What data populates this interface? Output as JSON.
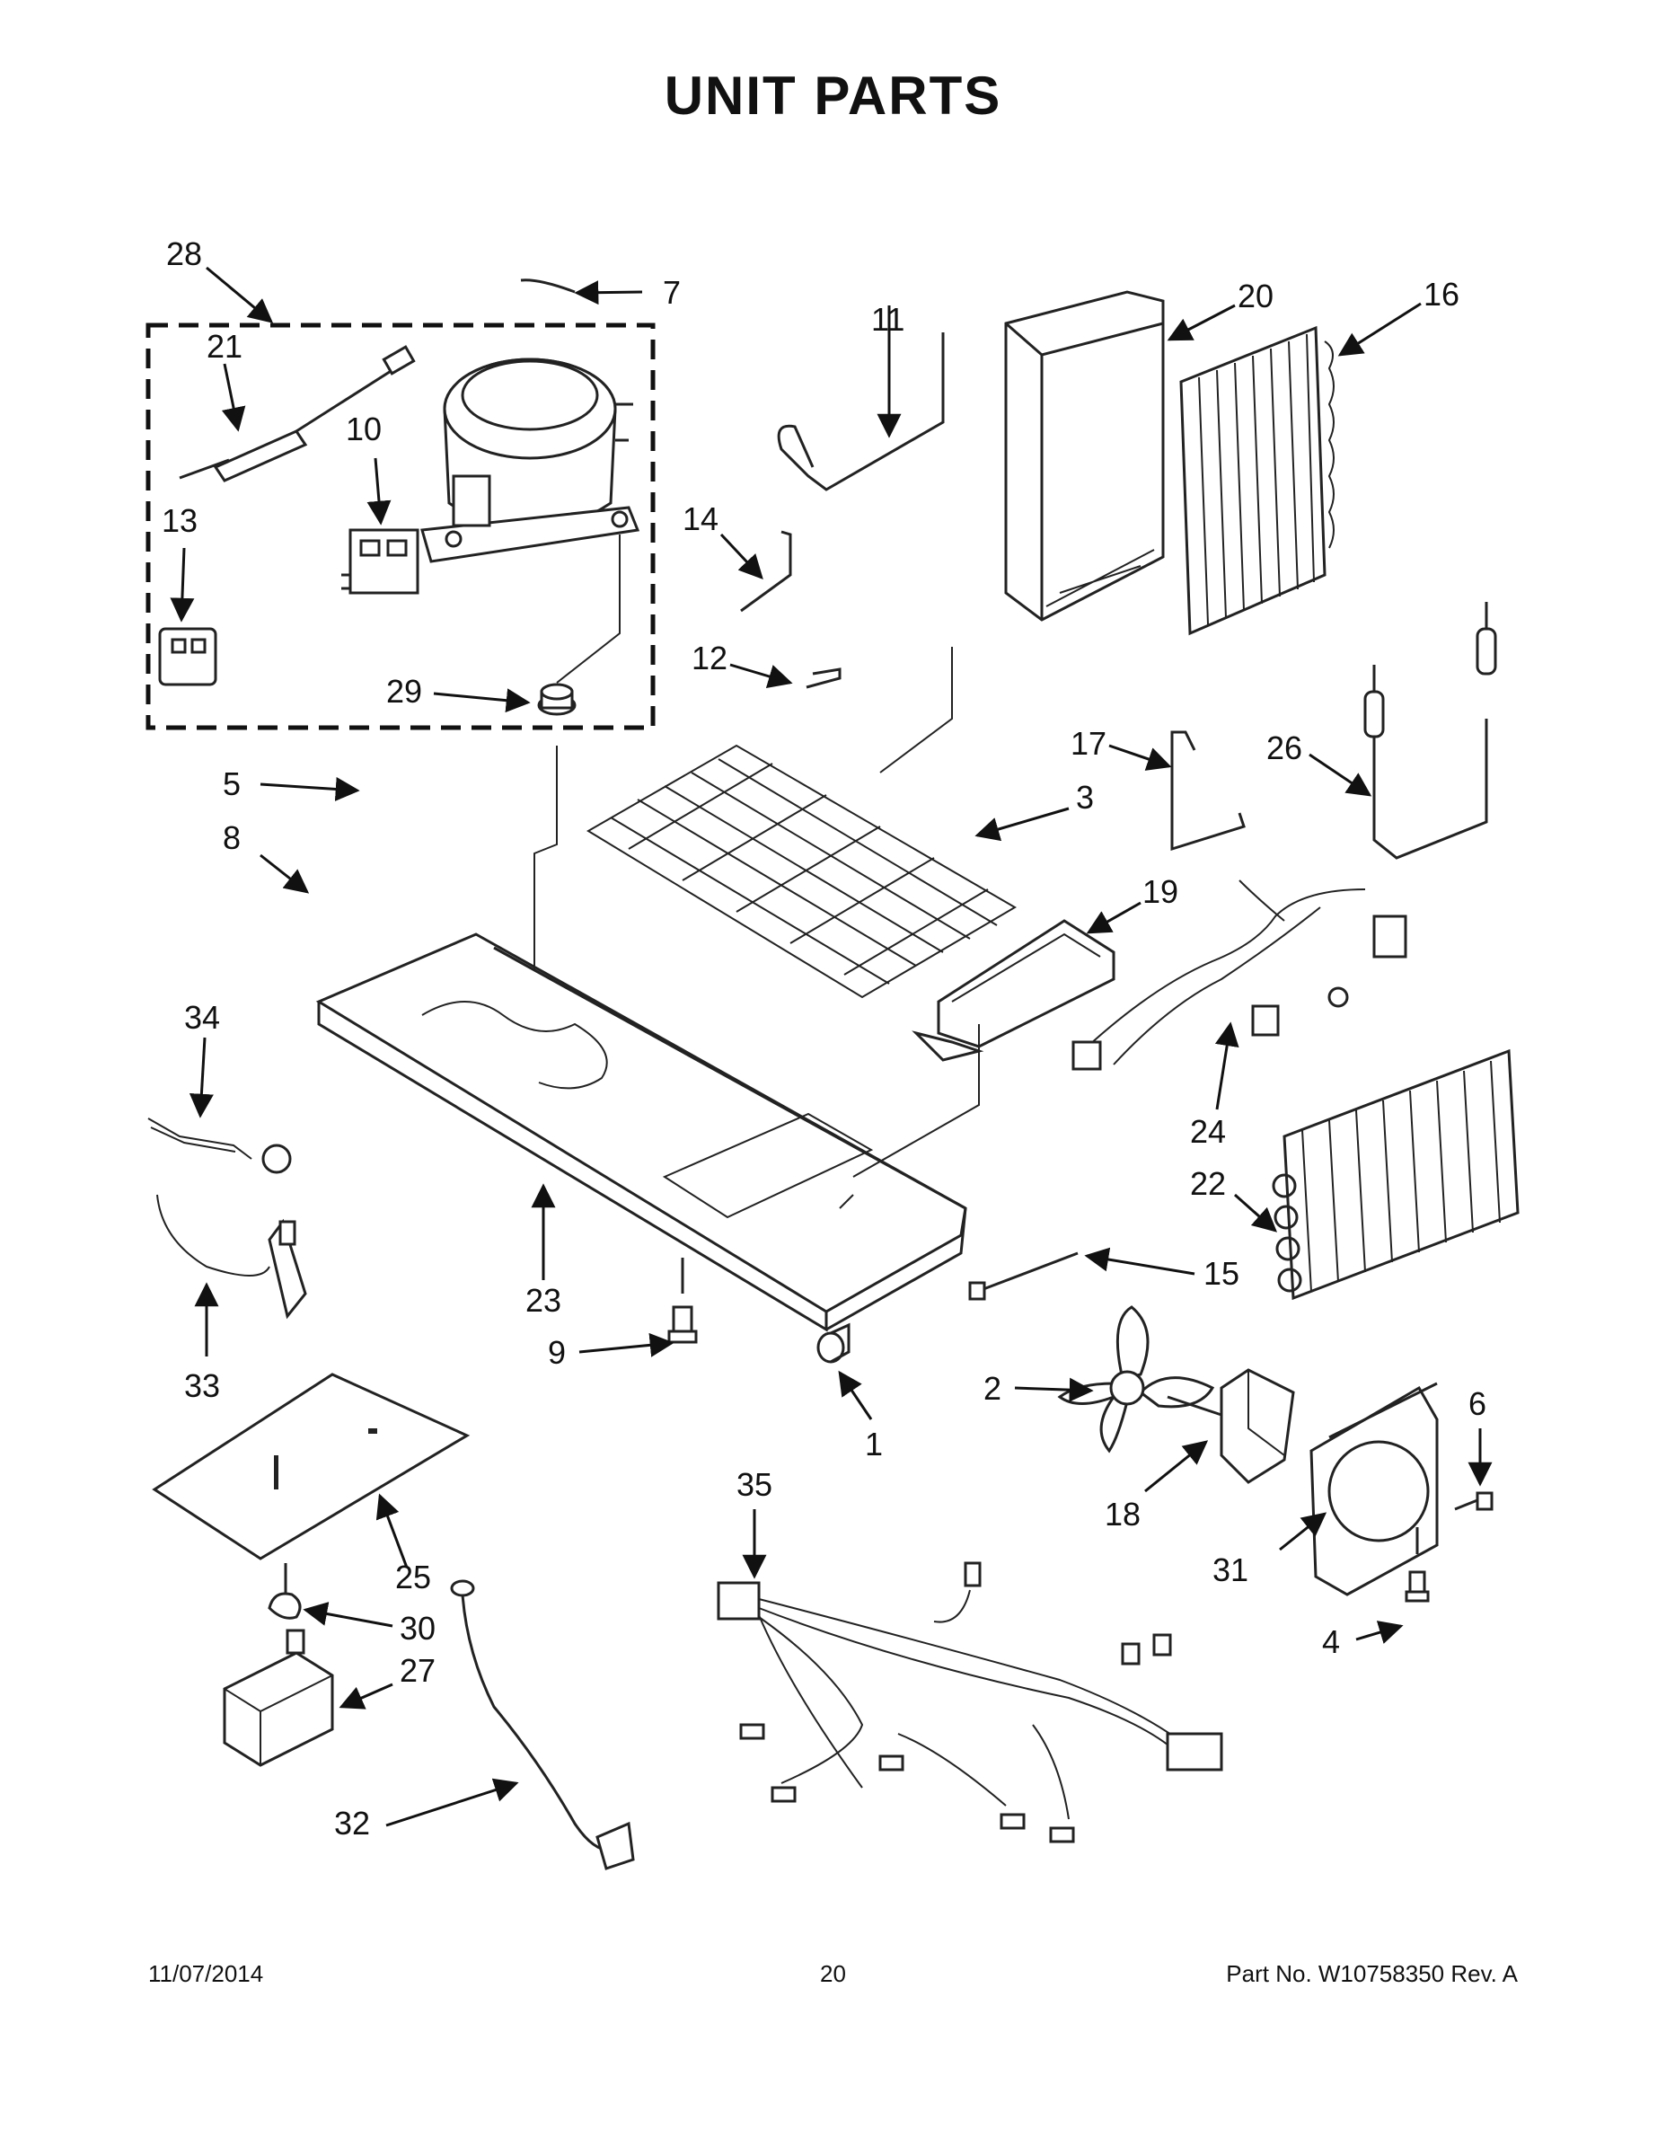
{
  "title": "UNIT PARTS",
  "callouts": {
    "c1": "1",
    "c2": "2",
    "c3": "3",
    "c4": "4",
    "c5": "5",
    "c6": "6",
    "c7": "7",
    "c8": "8",
    "c9": "9",
    "c10": "10",
    "c11": "11",
    "c12": "12",
    "c13": "13",
    "c14": "14",
    "c15": "15",
    "c16": "16",
    "c17": "17",
    "c18": "18",
    "c19": "19",
    "c20": "20",
    "c21": "21",
    "c22": "22",
    "c23": "23",
    "c24": "24",
    "c25": "25",
    "c26": "26",
    "c27": "27",
    "c28": "28",
    "c29": "29",
    "c30": "30",
    "c31": "31",
    "c32": "32",
    "c33": "33",
    "c34": "34",
    "c35": "35"
  },
  "footer": {
    "date": "11/07/2014",
    "page": "20",
    "part": "Part No.  W10758350  Rev.  A"
  }
}
